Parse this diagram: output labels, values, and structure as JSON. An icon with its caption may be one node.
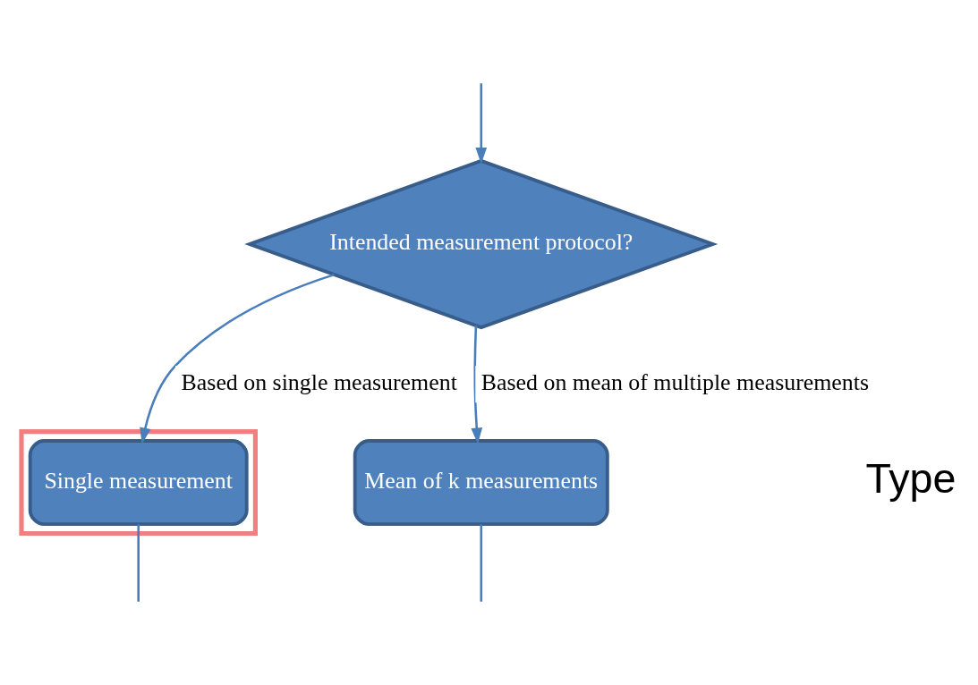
{
  "diagram": {
    "nodes": [
      {
        "text": [
          "Intended measurement protocol?"
        ]
      },
      {
        "text": [],
        "shape": "box"
      },
      {
        "text": [
          "Single measurement"
        ],
        "in": 1
      },
      {
        "text": [
          "Mean of k measurements"
        ]
      }
    ],
    "edges": [
      {
        "from": null,
        "to": 0,
        "arrow": "to"
      },
      {
        "from": 0,
        "to": 2,
        "arrow": "to",
        "label": "Based on single measurement"
      },
      {
        "from": 0,
        "to": 3,
        "arrow": "to",
        "label": "Based on mean of multiple measurements"
      },
      {
        "from": 2,
        "to": null,
        "arrow": "none"
      },
      {
        "from": 3,
        "to": null,
        "arrow": "none"
      }
    ],
    "labels": [
      "Type"
    ]
  }
}
